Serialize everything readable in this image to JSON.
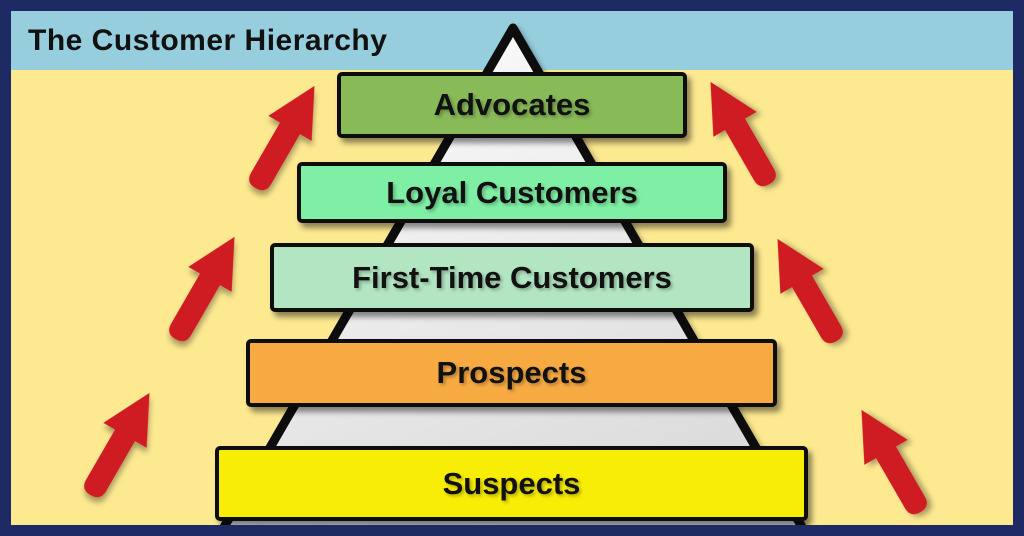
{
  "title": "The Customer Hierarchy",
  "levels": [
    {
      "label": "Advocates",
      "color": "#88ba58"
    },
    {
      "label": "Loyal Customers",
      "color": "#7fefa5"
    },
    {
      "label": "First-Time Customers",
      "color": "#b2e6c3"
    },
    {
      "label": "Prospects",
      "color": "#f7aa42"
    },
    {
      "label": "Suspects",
      "color": "#f8ed05"
    }
  ],
  "arrows": {
    "direction": "up",
    "color": "#ce1d20",
    "left_count": 3,
    "right_count": 3
  },
  "colors": {
    "background": "#fde990",
    "header_band": "#97cedd",
    "frame_border": "#1d2a63",
    "box_border": "#0d0d0d",
    "text": "#111111",
    "pyramid_fill_top": "#ffffff",
    "pyramid_fill_bottom": "#dcdcdc",
    "pyramid_outline": "#0d0d0d"
  }
}
